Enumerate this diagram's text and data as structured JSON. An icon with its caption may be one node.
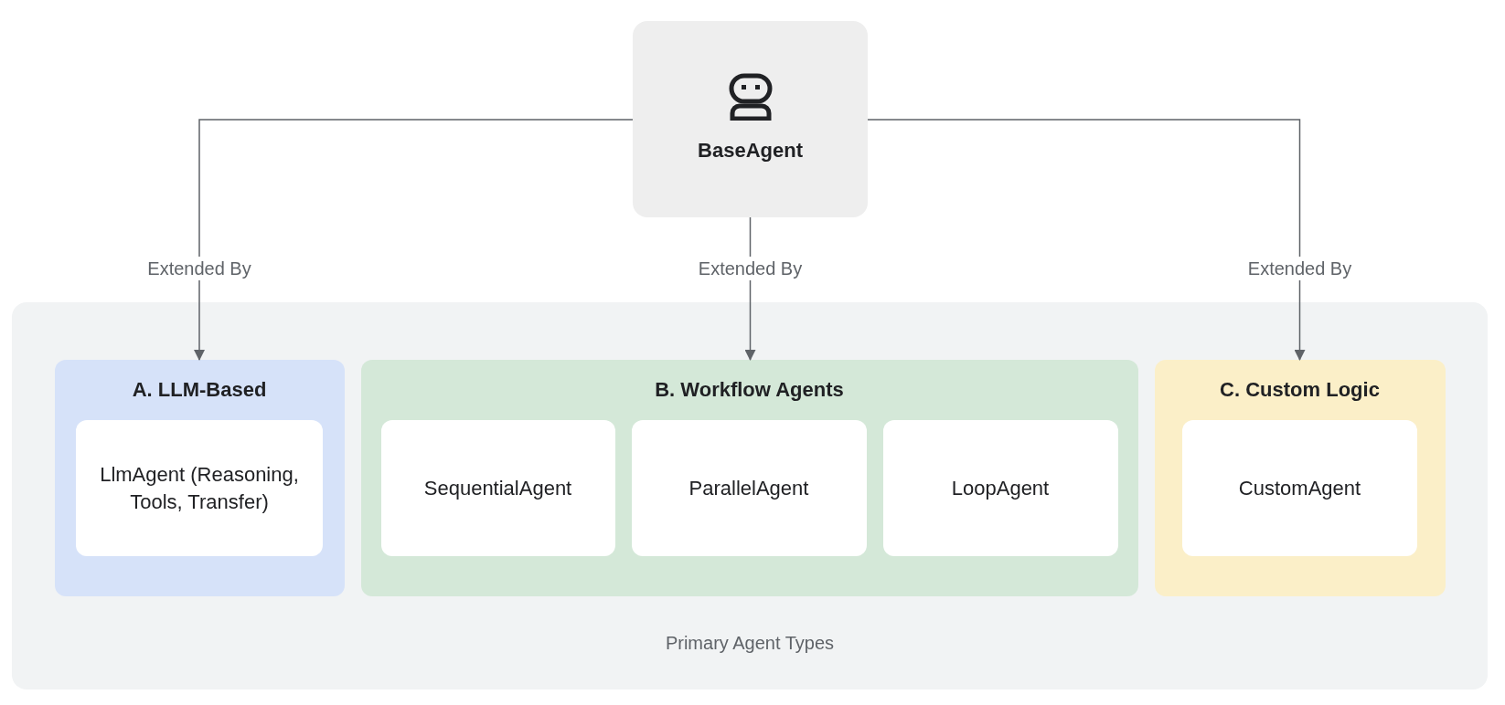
{
  "diagram": {
    "nodes": [
      {
        "text": [
          "BaseAgent"
        ]
      },
      {
        "text": [
          "Primary Agent Types"
        ]
      },
      {
        "text": [
          "A. LLM-Based"
        ],
        "in": 1
      },
      {
        "text": [
          "LlmAgent (Reasoning, Tools, Transfer)"
        ],
        "in": 2
      },
      {
        "text": [
          "B. Workflow Agents"
        ],
        "in": 1
      },
      {
        "text": [
          "SequentialAgent"
        ],
        "in": 4
      },
      {
        "text": [
          "ParallelAgent"
        ],
        "in": 4
      },
      {
        "text": [
          "LoopAgent"
        ],
        "in": 4
      },
      {
        "text": [
          "C. Custom Logic"
        ],
        "in": 1
      },
      {
        "text": [
          "CustomAgent"
        ],
        "in": 8
      }
    ],
    "edges": [
      {
        "from": 0,
        "to": 2,
        "arrow": "to",
        "label": "Extended By"
      },
      {
        "from": 0,
        "to": 4,
        "arrow": "to",
        "label": "Extended By"
      },
      {
        "from": 0,
        "to": 8,
        "arrow": "to",
        "label": "Extended By"
      }
    ]
  }
}
